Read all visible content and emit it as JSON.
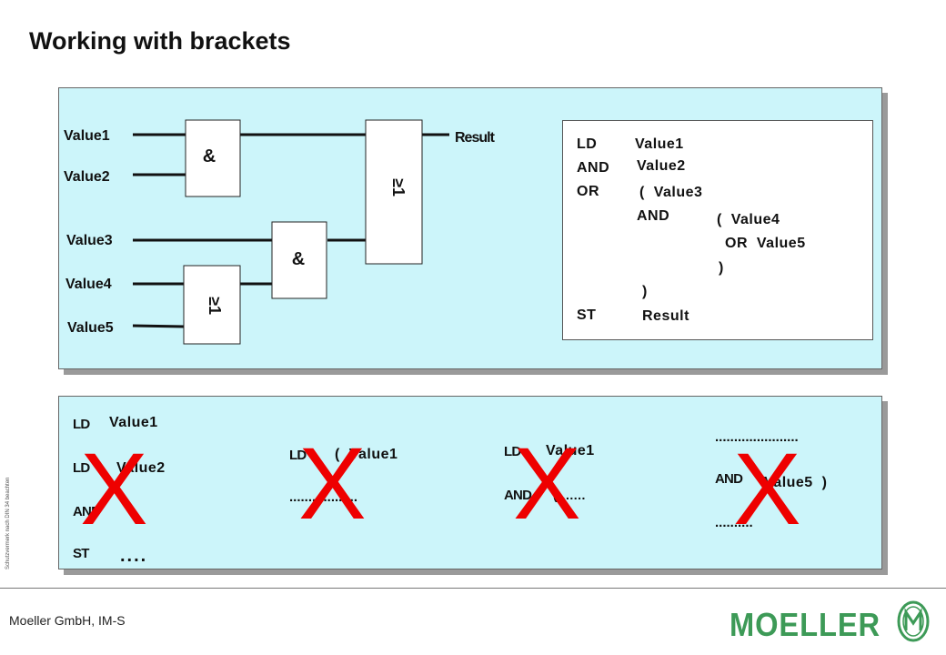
{
  "title": "Working with brackets",
  "side_note": "Schutzvermerk nach DIN 34 beachten",
  "diagram": {
    "inputs": [
      "Value1",
      "Value2",
      "Value3",
      "Value4",
      "Value5"
    ],
    "gate_and_top": "&",
    "gate_or_main": "≥1",
    "gate_and_mid": "&",
    "gate_or_low": "≥1",
    "output": "Result"
  },
  "program_listing": {
    "lines": [
      {
        "op": "LD",
        "arg": "Value1"
      },
      {
        "op": "AND",
        "arg": "Value2"
      },
      {
        "op": "OR",
        "arg": "(  Value3"
      },
      {
        "op": "",
        "arg": "AND"
      },
      {
        "op": "",
        "arg": "(  Value4"
      },
      {
        "op": "",
        "arg": "OR  Value5"
      },
      {
        "op": "",
        "arg": ")"
      },
      {
        "op": "",
        "arg": ")"
      },
      {
        "op": "ST",
        "arg": "Result"
      }
    ]
  },
  "counter_examples": [
    {
      "lines": [
        [
          "LD",
          "Value1"
        ],
        [
          "LD",
          "Value2"
        ],
        [
          "AND",
          ""
        ],
        [
          "ST",
          "...."
        ]
      ],
      "mark": "X"
    },
    {
      "lines": [
        [
          "LD",
          "(  Value1"
        ],
        [
          "..................",
          ""
        ]
      ],
      "mark": "X"
    },
    {
      "lines": [
        [
          "LD",
          "Value1"
        ],
        [
          "AND",
          "(......."
        ]
      ],
      "mark": "X"
    },
    {
      "lines": [
        [
          "......................",
          ""
        ],
        [
          "AND",
          "Value5  )"
        ],
        [
          "..........",
          ""
        ]
      ],
      "mark": "X"
    }
  ],
  "footer": {
    "company": "Moeller GmbH, IM-S",
    "logo_text": "MOELLER"
  },
  "colors": {
    "panel_bg": "#ccf5fa",
    "mark_red": "#ee0000",
    "logo_green": "#3d9a57"
  }
}
